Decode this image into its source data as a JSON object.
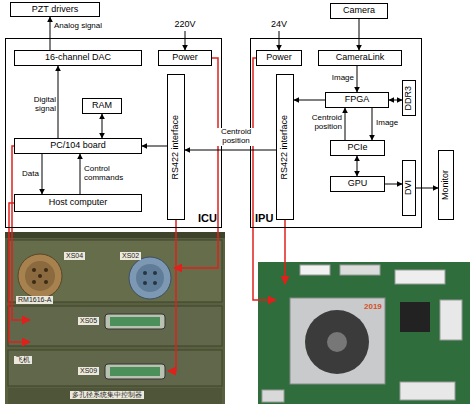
{
  "diagram": {
    "nodes": [
      {
        "text": [
          "PZT drivers"
        ]
      },
      {
        "text": [
          "ICU"
        ]
      },
      {
        "text": [
          "16-channel DAC"
        ],
        "in": 1
      },
      {
        "text": [
          "Power"
        ],
        "in": 1
      },
      {
        "text": [
          "RAM"
        ],
        "in": 1
      },
      {
        "text": [
          "RS422 interface"
        ],
        "in": 1
      },
      {
        "text": [
          "PC/104 board"
        ],
        "in": 1
      },
      {
        "text": [
          "Host computer"
        ],
        "in": 1
      },
      {
        "text": [
          "Camera"
        ]
      },
      {
        "text": [
          "IPU"
        ]
      },
      {
        "text": [
          "Power"
        ],
        "in": 9
      },
      {
        "text": [
          "CameraLink"
        ],
        "in": 9
      },
      {
        "text": [
          "RS422 interface"
        ],
        "in": 9
      },
      {
        "text": [
          "FPGA"
        ],
        "in": 9
      },
      {
        "text": [
          "DDR3"
        ],
        "in": 9
      },
      {
        "text": [
          "PCIe"
        ],
        "in": 9
      },
      {
        "text": [
          "GPU"
        ],
        "in": 9
      },
      {
        "text": [
          "DVI"
        ],
        "in": 9
      },
      {
        "text": [
          "Monitor"
        ]
      }
    ],
    "edges": [
      {
        "from": 2,
        "to": 0,
        "arrow": "to",
        "label": "Analog signal"
      },
      {
        "from": 6,
        "to": 2,
        "arrow": "to",
        "label": "Digital signal"
      },
      {
        "from": 6,
        "to": 4,
        "arrow": "both"
      },
      {
        "from": 6,
        "to": 7,
        "arrow": "to",
        "label": "Data"
      },
      {
        "from": 7,
        "to": 6,
        "arrow": "to",
        "label": "Control commands"
      },
      {
        "from": 12,
        "to": 5,
        "arrow": "to",
        "label": "Centroid position"
      },
      {
        "from": 5,
        "to": 6,
        "arrow": "to"
      },
      {
        "from": 8,
        "to": 11,
        "arrow": "to"
      },
      {
        "from": 11,
        "to": 13,
        "arrow": "to",
        "label": "Image"
      },
      {
        "from": 13,
        "to": 12,
        "arrow": "to"
      },
      {
        "from": 13,
        "to": 14,
        "arrow": "both"
      },
      {
        "from": 15,
        "to": 13,
        "arrow": "to",
        "label": "Centroid position"
      },
      {
        "from": 13,
        "to": 15,
        "arrow": "to",
        "label": "Image"
      },
      {
        "from": 15,
        "to": 16,
        "arrow": "both"
      },
      {
        "from": 16,
        "to": 17,
        "arrow": "to"
      },
      {
        "from": 17,
        "to": 18,
        "arrow": "to"
      }
    ],
    "labels": [
      "220V",
      "24V",
      "XS04",
      "XS02",
      "RM1616-A",
      "XS05",
      "飞机",
      "XS09",
      "多孔径系统集中控制器",
      "2019"
    ]
  }
}
